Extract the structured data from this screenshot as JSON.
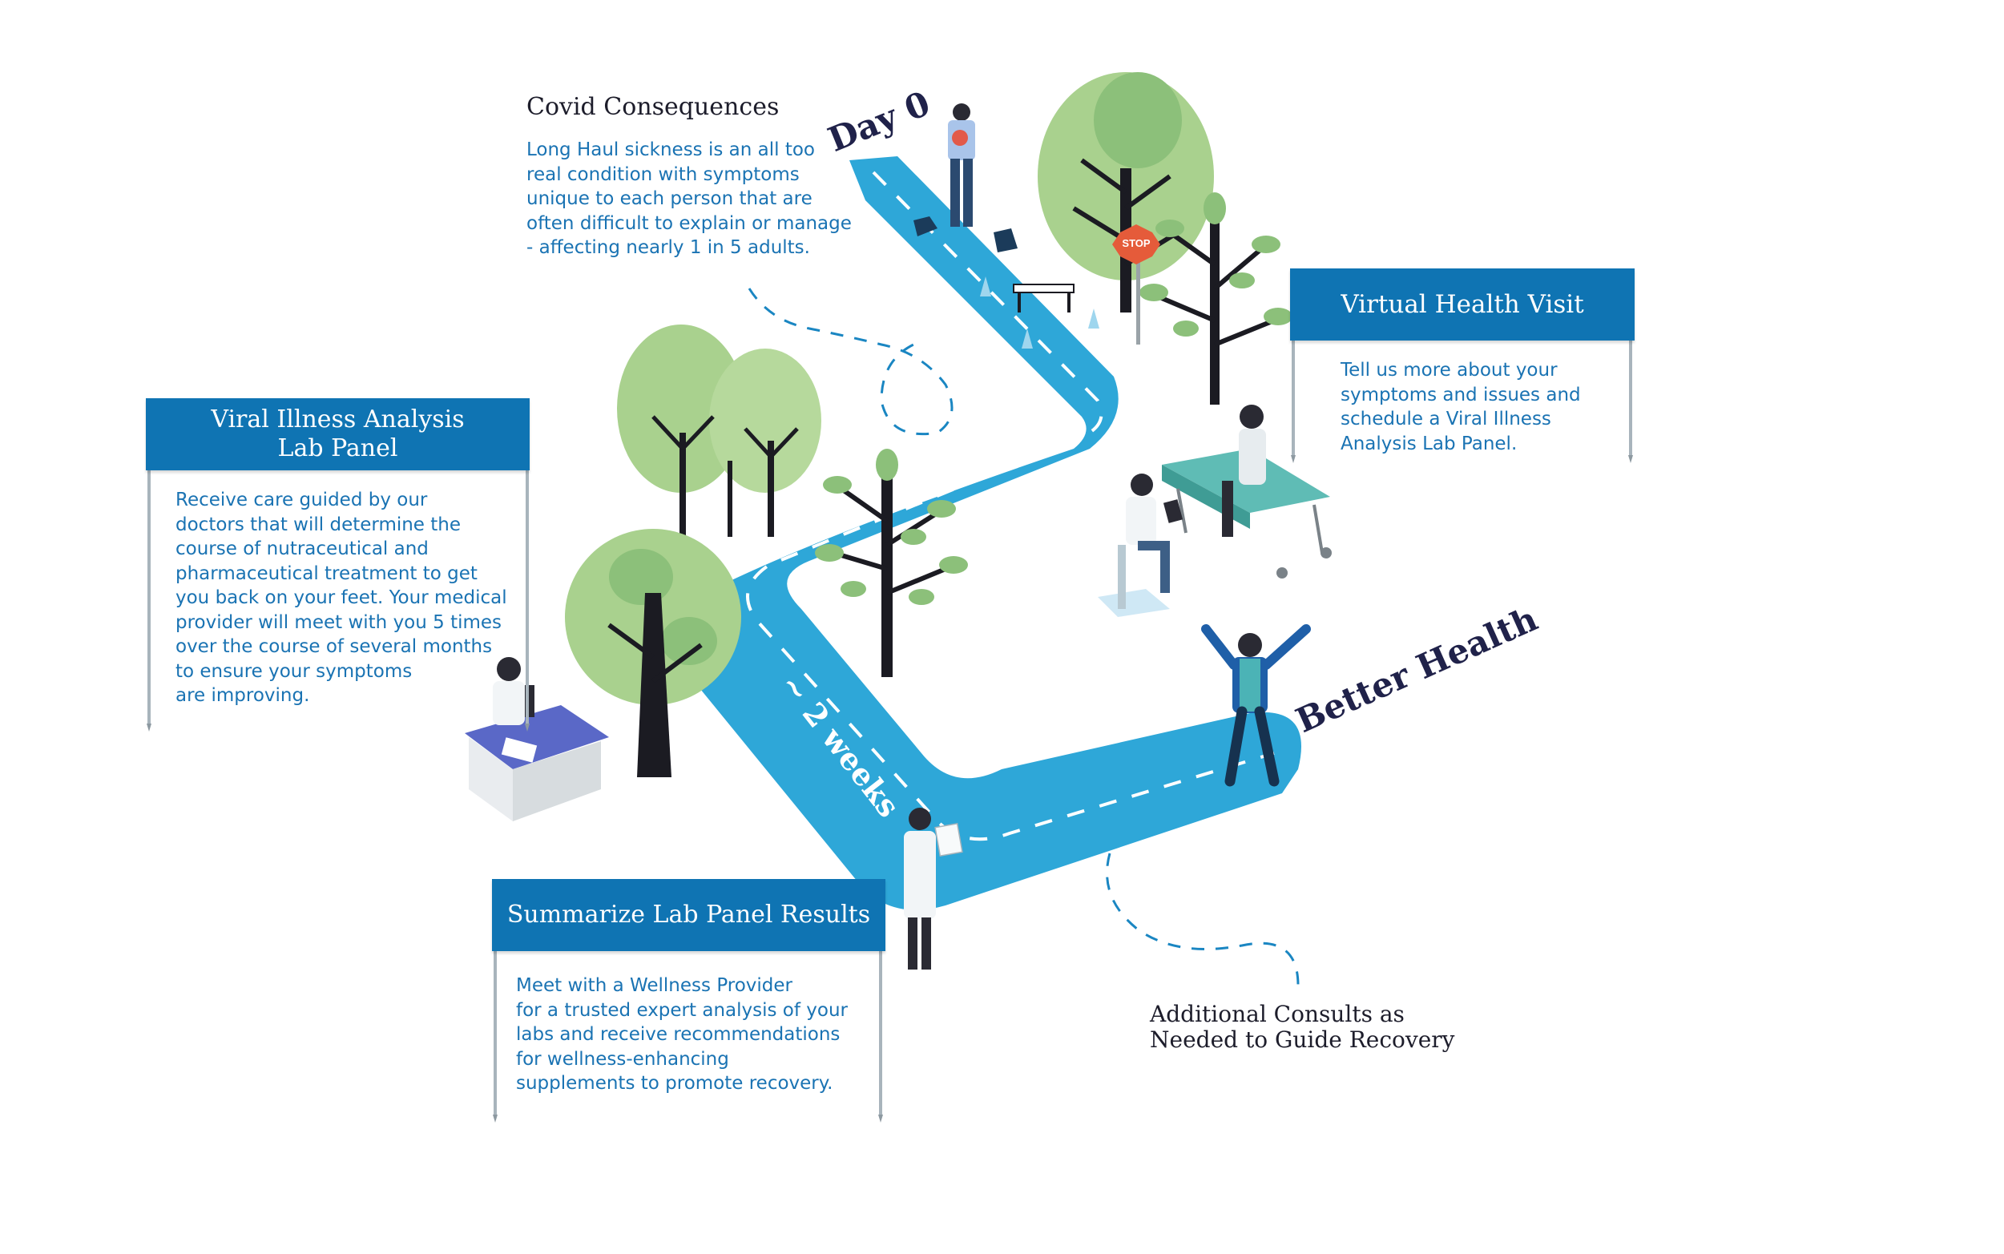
{
  "intro": {
    "title": "Covid Consequences",
    "body": "Long Haul sickness is an all too\nreal condition with symptoms\nunique to each person that are\noften difficult to explain or manage\n- affecting nearly 1 in 5 adults."
  },
  "road_labels": {
    "start": "Day 0",
    "duration": "~ 2 weeks",
    "end": "Better Health"
  },
  "stages": [
    {
      "title": "Virtual Health Visit",
      "body": "Tell us more about your\nsymptoms and issues and\nschedule a Viral Illness\nAnalysis Lab Panel."
    },
    {
      "title": "Viral Illness Analysis\nLab Panel",
      "body": "Receive care guided by our\ndoctors that will determine the\ncourse of nutraceutical and\npharmaceutical treatment to get\nyou back on your feet. Your medical\nprovider will meet with you 5 times\nover the course of several months\nto ensure your symptoms\nare improving."
    },
    {
      "title": "Summarize Lab Panel Results",
      "body": "Meet with a Wellness Provider\nfor a trusted expert analysis of your\nlabs and receive recommendations\nfor wellness-enhancing\nsupplements to promote recovery."
    }
  ],
  "followup": "Additional Consults as\nNeeded to Guide Recovery",
  "stop_sign": "STOP",
  "colors": {
    "banner": "#0f74b3",
    "road": "#2ea7d8",
    "text_blue": "#1a73b3",
    "text_dark": "#1d1d2b",
    "tree_light": "#a9d18e",
    "tree_mid": "#7fb069"
  }
}
